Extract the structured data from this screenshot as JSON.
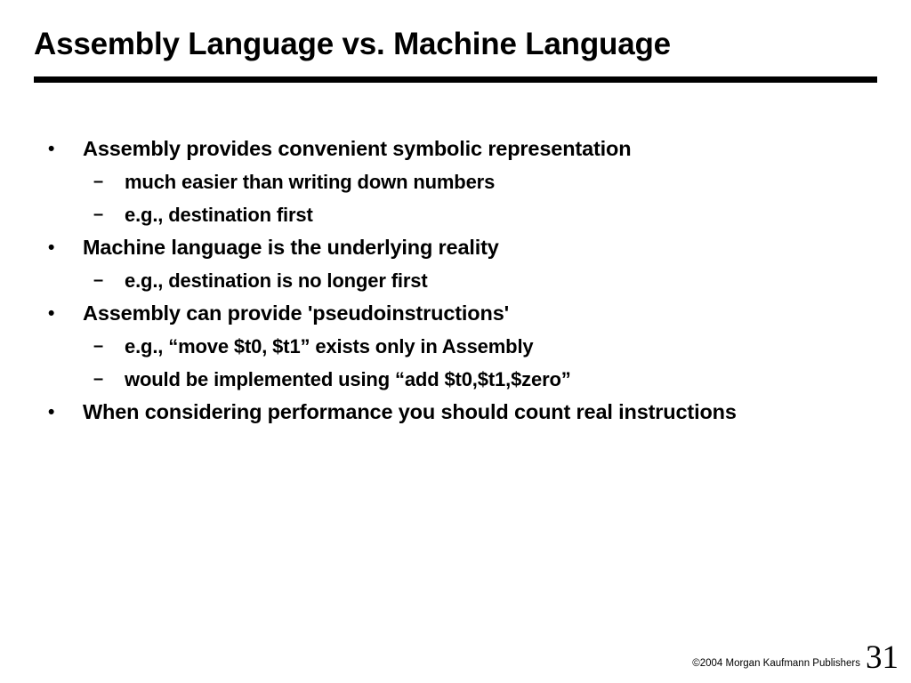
{
  "slide": {
    "title": "Assembly Language vs. Machine Language",
    "page_number": "31",
    "copyright": "©2004 Morgan Kaufmann Publishers",
    "colors": {
      "background": "#ffffff",
      "text": "#000000",
      "rule": "#000000"
    },
    "markers": {
      "level1": "•",
      "level2": "–"
    },
    "bullets": [
      {
        "level": 1,
        "marker": "•",
        "text": "Assembly provides convenient symbolic representation"
      },
      {
        "level": 2,
        "marker": "–",
        "text": "much easier than writing down numbers"
      },
      {
        "level": 2,
        "marker": "–",
        "text": "e.g., destination first"
      },
      {
        "level": 1,
        "marker": "•",
        "text": "Machine language is the underlying reality"
      },
      {
        "level": 2,
        "marker": "–",
        "text": "e.g., destination is no longer first"
      },
      {
        "level": 1,
        "marker": "•",
        "text": "Assembly can provide 'pseudoinstructions'"
      },
      {
        "level": 2,
        "marker": "–",
        "text": "e.g., “move $t0, $t1” exists only in Assembly"
      },
      {
        "level": 2,
        "marker": "–",
        "text": "would be implemented using “add $t0,$t1,$zero”"
      },
      {
        "level": 1,
        "marker": "•",
        "text": "When considering performance you should count real instructions"
      }
    ]
  }
}
